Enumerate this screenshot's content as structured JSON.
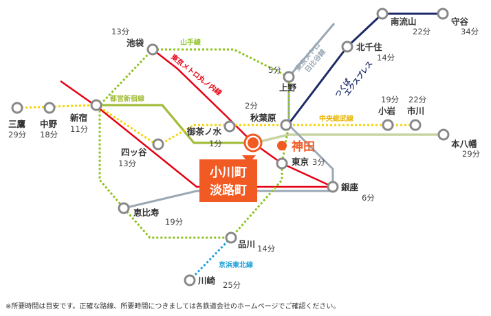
{
  "colors": {
    "yamanote": "#8dc21f",
    "toei_shinjuku": "#a3bd3a",
    "chuo_sobu": "#f4d400",
    "marunouchi": "#e60012",
    "hibiya": "#9aa7b4",
    "tsukuba": "#1c2a68",
    "keihin": "#1fa0d8",
    "chuo_rapid": "#c8d4a4",
    "highlight": "#f15a22",
    "station_ring": "#888888"
  },
  "lines": {
    "yamanote": "山手線",
    "toei_shinjuku": "都営新宿線",
    "marunouchi": "東京メトロ丸ノ内線",
    "hibiya_line1": "東京メトロ",
    "hibiya_line2": "日比谷線",
    "tsukuba_line1": "つくば",
    "tsukuba_line2": "エクスプレス",
    "chuo_sobu": "中央総武線",
    "keihin": "京浜東北線"
  },
  "stations": {
    "ikebukuro": {
      "name": "池袋",
      "time": "13分"
    },
    "ueno": {
      "name": "上野",
      "time": "5分"
    },
    "akihabara": {
      "name": "秋葉原",
      "time": "2分"
    },
    "ochanomizu": {
      "name": "御茶ノ水",
      "time": "1分"
    },
    "kanda": {
      "name": "神田"
    },
    "ogawamachi_1": "小川町",
    "ogawamachi_2": "淡路町",
    "tokyo": {
      "name": "東京",
      "time": "3分"
    },
    "ginza": {
      "name": "銀座",
      "time": "6分"
    },
    "shinjuku": {
      "name": "新宿",
      "time": "11分"
    },
    "nakano": {
      "name": "中野",
      "time": "18分"
    },
    "mitaka": {
      "name": "三鷹",
      "time": "29分"
    },
    "yotsuya": {
      "name": "四ッ谷",
      "time": "13分"
    },
    "ebisu": {
      "name": "恵比寿",
      "time": "19分"
    },
    "shinagawa": {
      "name": "品川",
      "time": "14分"
    },
    "kawasaki": {
      "name": "川崎",
      "time": "25分"
    },
    "kitasenju": {
      "name": "北千住",
      "time": "14分"
    },
    "minaminagareyama": {
      "name": "南流山",
      "time": "22分"
    },
    "moriya": {
      "name": "守谷",
      "time": "34分"
    },
    "koiwa": {
      "name": "小岩",
      "time": "19分"
    },
    "ichikawa": {
      "name": "市川",
      "time": "22分"
    },
    "motoyawata": {
      "name": "本八幡",
      "time": "29分"
    }
  },
  "footer": "※所要時間は目安です。正確な路線、所要時間につきましては各鉄道会社のホームページでご確認ください。"
}
